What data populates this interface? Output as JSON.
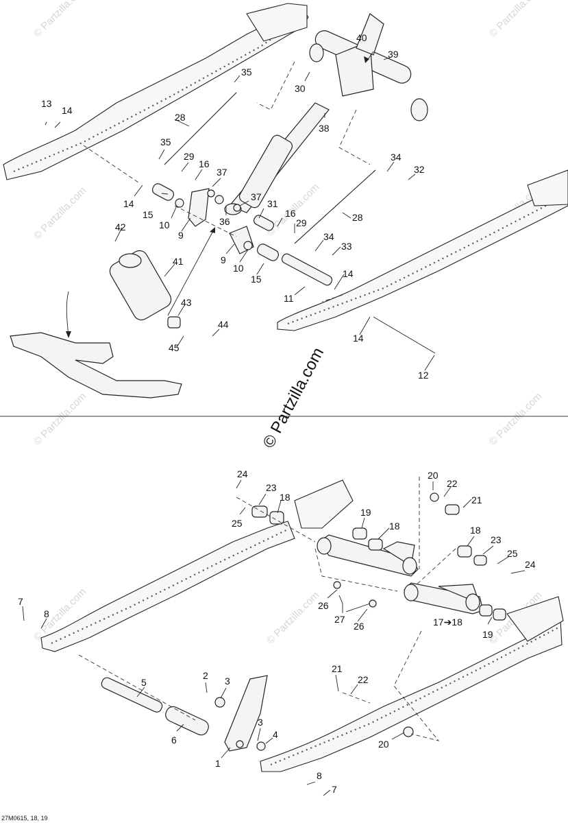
{
  "watermark": {
    "center_text": "© Partzilla.com",
    "tile_text": "© Partzilla.com"
  },
  "figure_code": "27M0615, 18, 19",
  "upper_labels": {
    "l40": "40",
    "l39": "39",
    "l35a": "35",
    "l30": "30",
    "l38": "38",
    "l13": "13",
    "l14a": "14",
    "l28a": "28",
    "l35b": "35",
    "l29a": "29",
    "l16a": "16",
    "l37a": "37",
    "l34a": "34",
    "l32": "32",
    "l14b": "14",
    "l15a": "15",
    "l10a": "10",
    "l9a": "9",
    "l36": "36",
    "l37b": "37",
    "l31": "31",
    "l16b": "16",
    "l29b": "29",
    "l28b": "28",
    "l42": "42",
    "l41": "41",
    "l9b": "9",
    "l10b": "10",
    "l15b": "15",
    "l34b": "34",
    "l33": "33",
    "l14c": "14",
    "l11": "11",
    "l43": "43",
    "l44": "44",
    "l45": "45",
    "l14d": "14",
    "l12": "12"
  },
  "lower_labels": {
    "l24a": "24",
    "l23a": "23",
    "l18a": "18",
    "l25a": "25",
    "l20a": "20",
    "l22a": "22",
    "l21a": "21",
    "l19a": "19",
    "l18b": "18",
    "l18c": "18",
    "l23b": "23",
    "l25b": "25",
    "l24b": "24",
    "l7a": "7",
    "l8a": "8",
    "l26a": "26",
    "l27": "27",
    "l26b": "26",
    "l17_18": "17➔18",
    "l19b": "19",
    "l5": "5",
    "l2": "2",
    "l3a": "3",
    "l21b": "21",
    "l22b": "22",
    "l3b": "3",
    "l4": "4",
    "l6": "6",
    "l1": "1",
    "l20b": "20",
    "l8b": "8",
    "l7b": "7"
  }
}
